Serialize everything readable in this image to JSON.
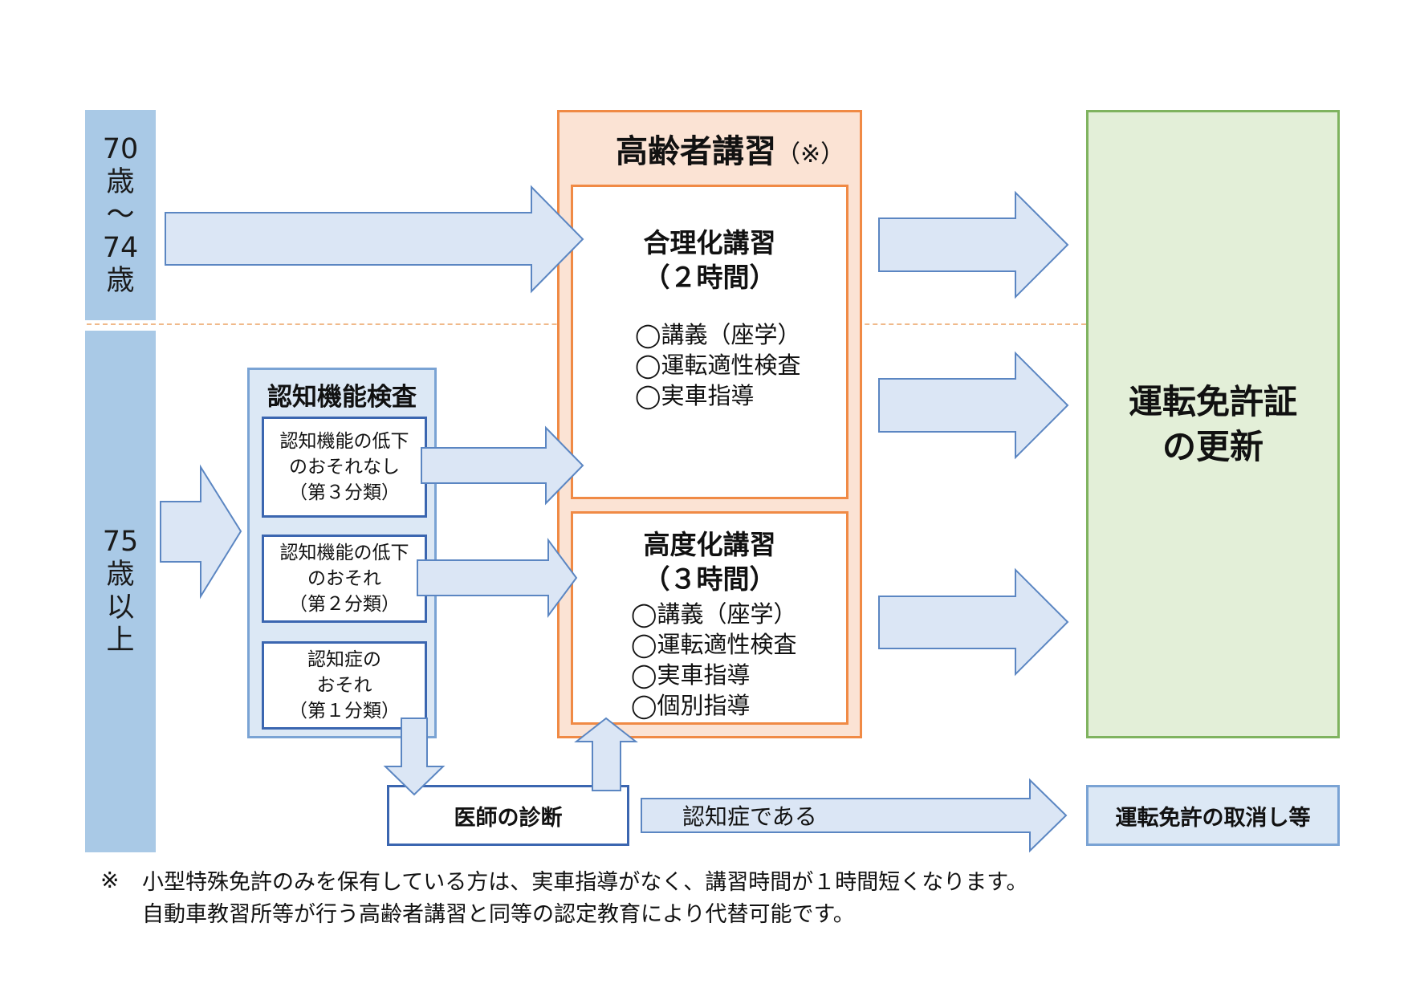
{
  "colors": {
    "age_bar": "#a9c9e6",
    "orange_border": "#f08a45",
    "orange_fill": "#fbe3d4",
    "green_fill": "#e3efd8",
    "green_border": "#7fb35f",
    "blue_border": "#3b66b0",
    "arrow_fill": "#dbe6f5",
    "arrow_stroke": "#5b86c2"
  },
  "age_groups": [
    {
      "lines": [
        "70",
        "歳",
        "〜",
        "74",
        "歳"
      ]
    },
    {
      "lines": [
        "75",
        "歳",
        "以",
        "上"
      ]
    }
  ],
  "elderly_course": {
    "title": "高齢者講習",
    "title_note": "（※）",
    "streamlined": {
      "title": "合理化講習",
      "duration": "（２時間）",
      "items": [
        "◯講義（座学）",
        "◯運転適性検査",
        "◯実車指導"
      ]
    },
    "advanced": {
      "title": "高度化講習",
      "duration": "（３時間）",
      "items": [
        "◯講義（座学）",
        "◯運転適性検査",
        "◯実車指導",
        "◯個別指導"
      ]
    }
  },
  "cognitive_test": {
    "title": "認知機能検査",
    "categories": [
      {
        "lines": [
          "認知機能の低下",
          "のおそれなし",
          "（第３分類）"
        ]
      },
      {
        "lines": [
          "認知機能の低下",
          "のおそれ",
          "（第２分類）"
        ]
      },
      {
        "lines": [
          "認知症の",
          "おそれ",
          "（第１分類）"
        ]
      }
    ]
  },
  "doctor_diagnosis": "医師の診断",
  "dementia_label": "認知症である",
  "renewal": {
    "lines": [
      "運転免許証",
      "の更新"
    ]
  },
  "revocation": "運転免許の取消し等",
  "footnote": {
    "mark": "※",
    "lines": [
      "小型特殊免許のみを保有している方は、実車指導がなく、講習時間が１時間短くなります。",
      "自動車教習所等が行う高齢者講習と同等の認定教育により代替可能です。"
    ]
  }
}
